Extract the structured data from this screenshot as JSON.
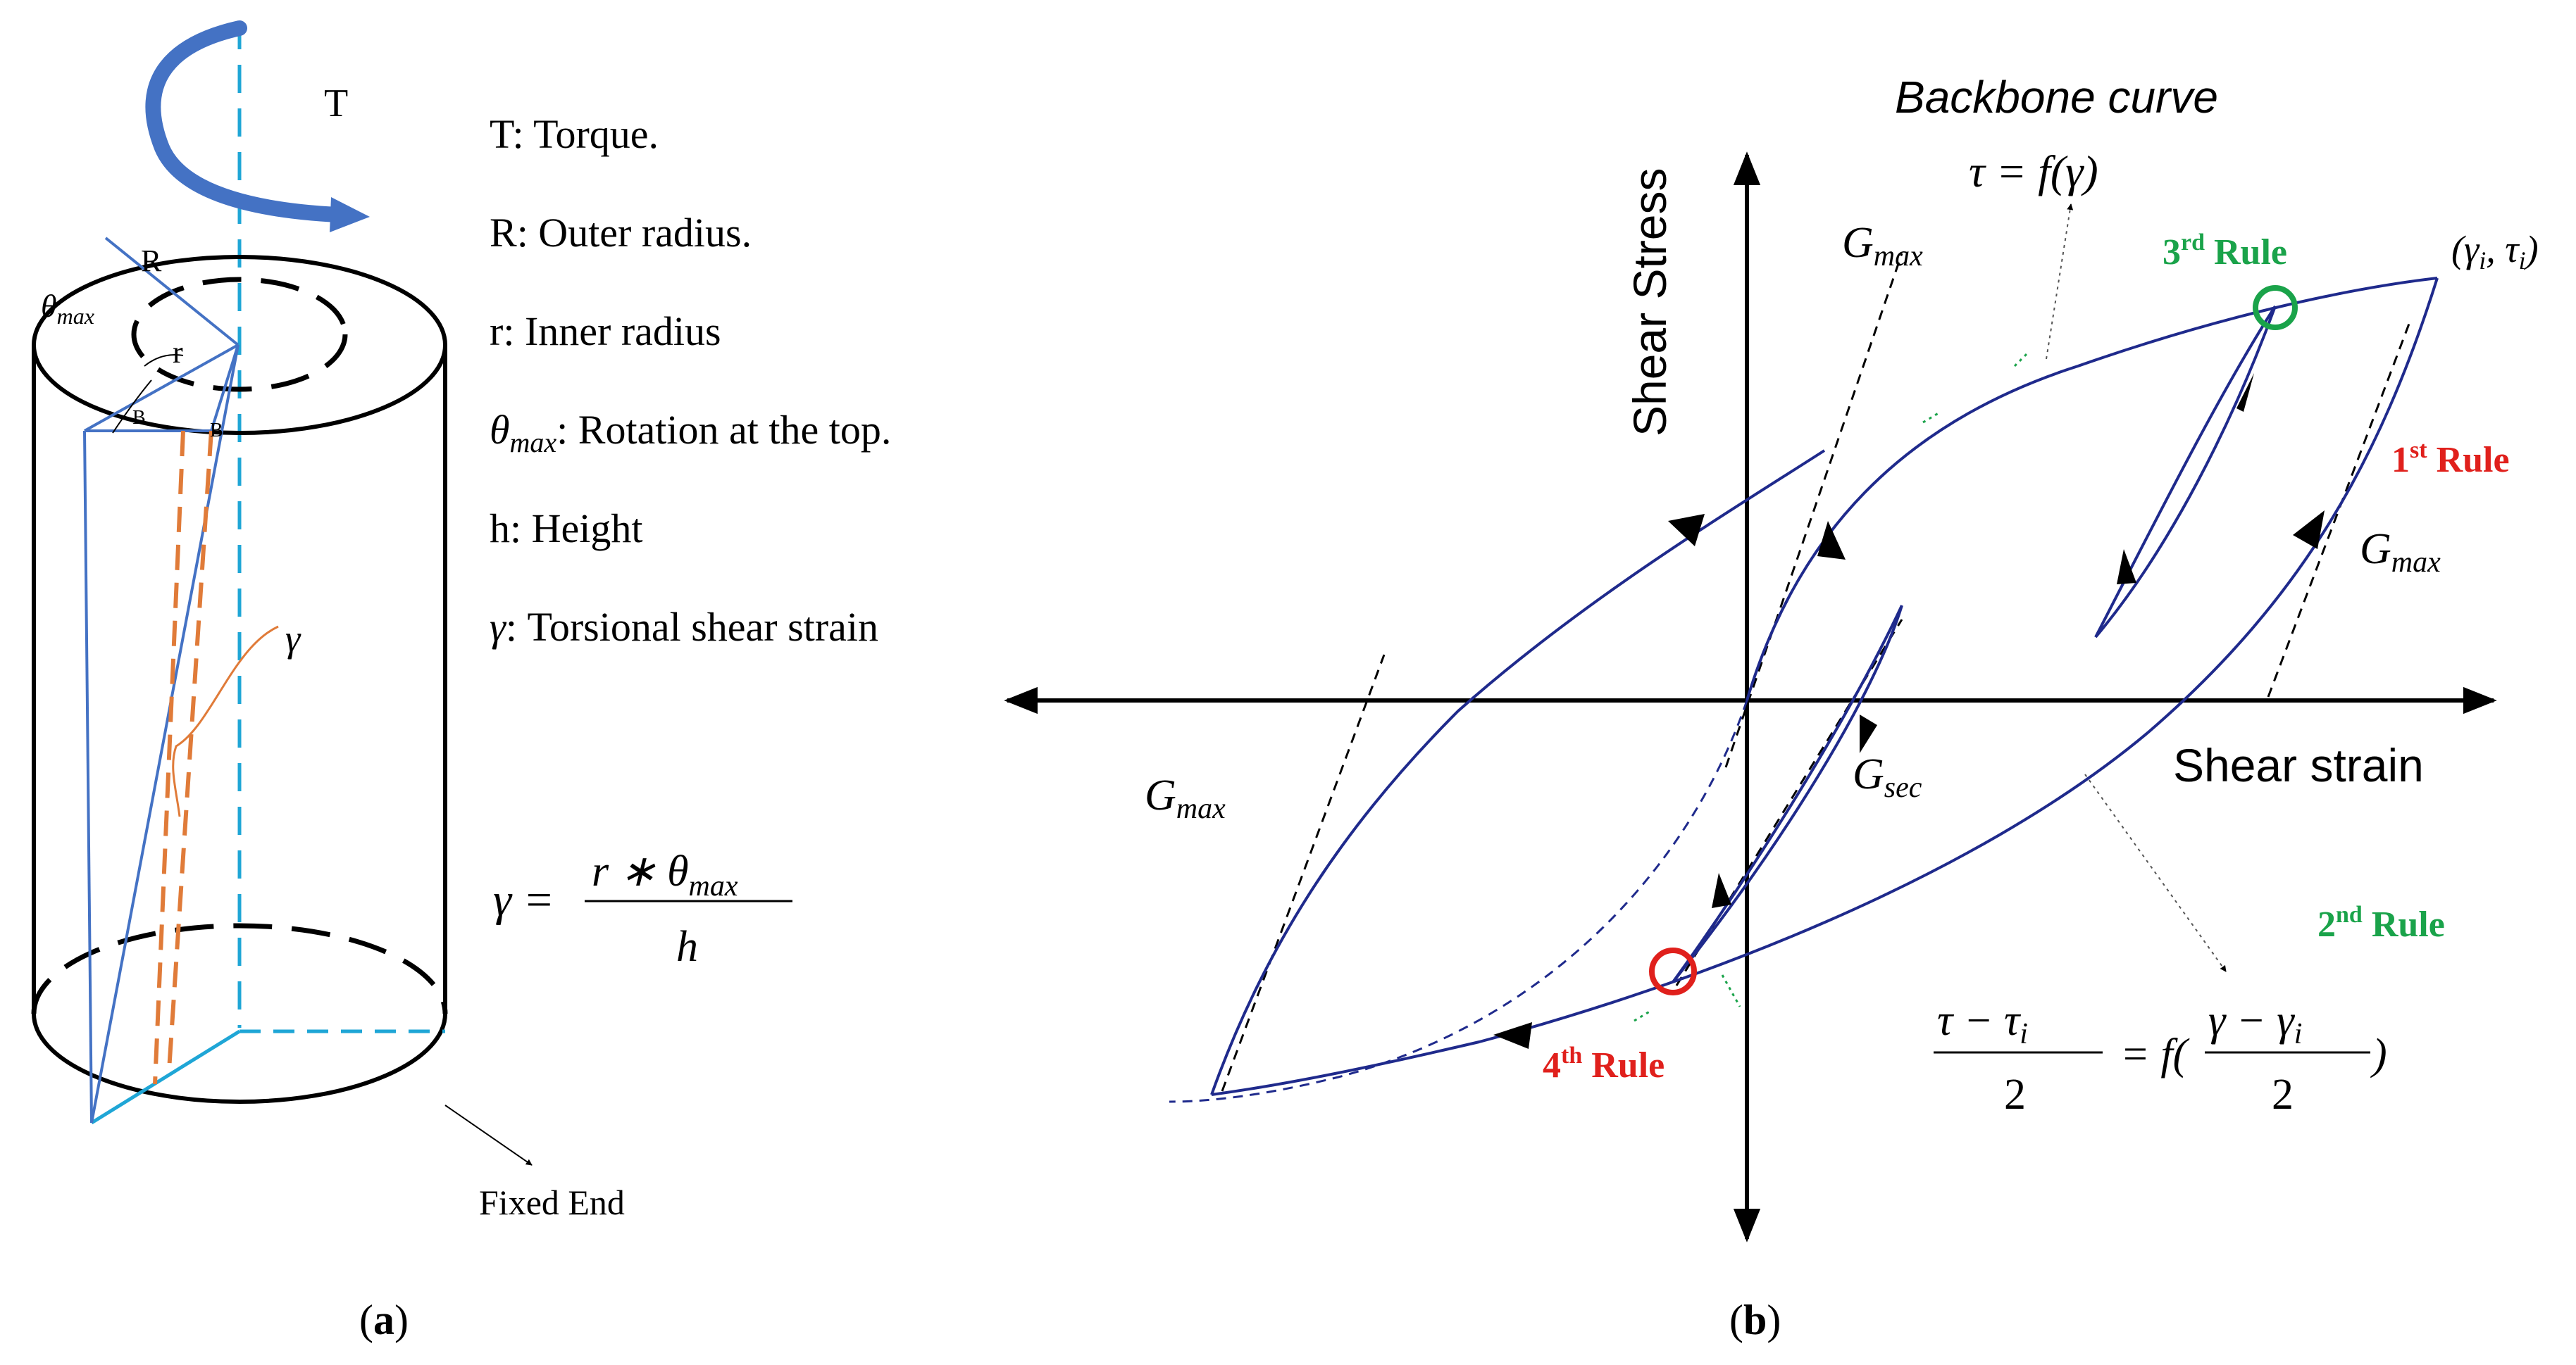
{
  "panel_a": {
    "caption": "(a)",
    "torque_label": "T",
    "R_label": "R",
    "r_label": "r",
    "B_label": "B",
    "theta_label": "θ",
    "theta_sub": "max",
    "gamma_label": "γ",
    "fixed_end_label": "Fixed End",
    "legend": [
      {
        "sym": "T",
        "sub": "",
        "text": ": Torque."
      },
      {
        "sym": "R",
        "sub": "",
        "text": ": Outer radius."
      },
      {
        "sym": "r",
        "sub": "",
        "text": ": Inner radius"
      },
      {
        "sym": "θ",
        "sub": "max",
        "text": ": Rotation at the top."
      },
      {
        "sym": "h",
        "sub": "",
        "text": ": Height"
      },
      {
        "sym": "γ",
        "sub": "",
        "text": ": Torsional shear strain"
      }
    ],
    "formula": {
      "lhs": "γ =",
      "num_pre": "r ∗ θ",
      "num_sub": "max",
      "den": "h"
    }
  },
  "panel_b": {
    "caption": "(b)",
    "y_axis_label": "Shear Stress",
    "x_axis_label": "Shear strain",
    "backbone_title": "Backbone curve",
    "backbone_eq": "τ = f(γ)",
    "rules": {
      "first": {
        "ord": "1",
        "sup": "st",
        "word": " Rule"
      },
      "second": {
        "ord": "2",
        "sup": "nd",
        "word": " Rule"
      },
      "third": {
        "ord": "3",
        "sup": "rd",
        "word": " Rule"
      },
      "fourth": {
        "ord": "4",
        "sup": "th",
        "word": " Rule"
      }
    },
    "gmax_base": "G",
    "gmax_sub": "max",
    "gsec_base": "G",
    "gsec_sub": "sec",
    "point_label": "(γ",
    "point_i": "i",
    "point_mid": ", τ",
    "point_end": ")",
    "reload_eq": {
      "num_left": "τ − τ",
      "num_left_sub": "i",
      "den_left": "2",
      "mid": "= f(",
      "num_right": "γ − γ",
      "num_right_sub": "i",
      "den_right": "2",
      "end": ")"
    },
    "colors": {
      "curve": "#1f2a8c",
      "rule_red": "#e0201c",
      "rule_green": "#1aa34a",
      "axis": "#000000"
    }
  },
  "colors": {
    "cylinder": "#000000",
    "twist_blue": "#4472c4",
    "center_axis": "#1fa6d6",
    "orange": "#e07b39"
  }
}
